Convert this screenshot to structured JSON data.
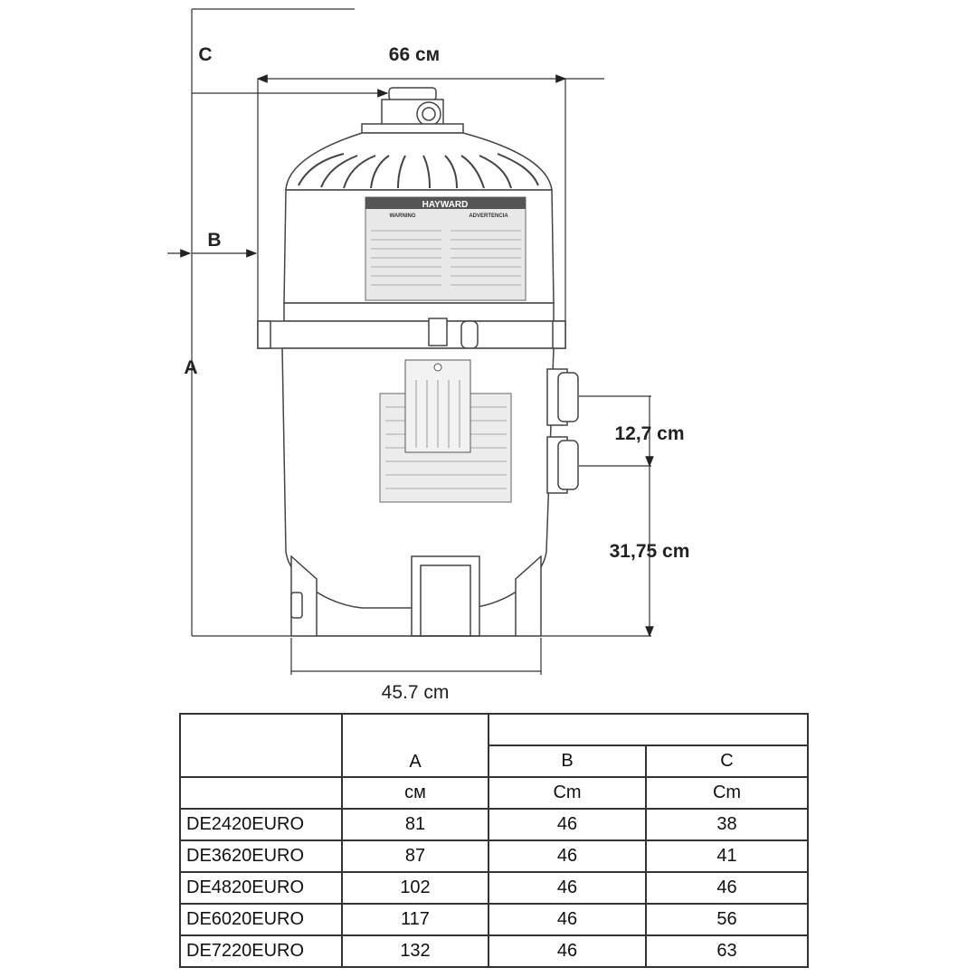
{
  "dimensions": {
    "width_label": "66 см",
    "c_label": "C",
    "b_label": "B",
    "a_label": "A",
    "port_spacing": "12,7 cm",
    "port_height": "31,75 cm",
    "base_width": "45.7 cm"
  },
  "product_label": {
    "brand": "HAYWARD",
    "warning": "WARNING",
    "advertencia": "ADVERTENCIA"
  },
  "table": {
    "headers": {
      "a": "A",
      "b": "B",
      "c": "C"
    },
    "units": {
      "a": "см",
      "b": "Cm",
      "c": "Cm"
    },
    "rows": [
      {
        "model": "DE2420EURO",
        "a": "81",
        "b": "46",
        "c": "38"
      },
      {
        "model": "DE3620EURO",
        "a": "87",
        "b": "46",
        "c": "41"
      },
      {
        "model": "DE4820EURO",
        "a": "102",
        "b": "46",
        "c": "46"
      },
      {
        "model": "DE6020EURO",
        "a": "117",
        "b": "46",
        "c": "56"
      },
      {
        "model": "DE7220EURO",
        "a": "132",
        "b": "46",
        "c": "63"
      }
    ]
  }
}
